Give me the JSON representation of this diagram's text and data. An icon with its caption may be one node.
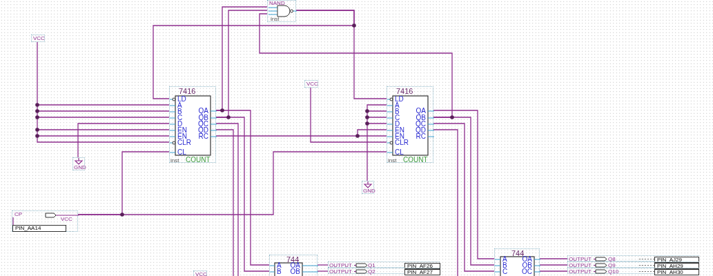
{
  "diagram": {
    "nodes": [
      {
        "text": [
          "NAND",
          "inst"
        ]
      },
      {
        "text": [
          "VCC"
        ]
      },
      {
        "text": [
          "7416",
          "LD",
          "A",
          "B",
          "C",
          "D",
          "EN",
          "EN",
          "CLR",
          "CL",
          "QA",
          "QB",
          "QC",
          "QD",
          "RC",
          "COUNT",
          "inst"
        ]
      },
      {
        "text": [
          "GND"
        ]
      },
      {
        "text": [
          "VCC"
        ]
      },
      {
        "text": [
          "7416",
          "LD",
          "A",
          "B",
          "C",
          "D",
          "EN",
          "EN",
          "CLR",
          "CL",
          "QA",
          "QB",
          "QC",
          "QD",
          "RC",
          "COUNT",
          "inst"
        ]
      },
      {
        "text": [
          "GND"
        ]
      },
      {
        "text": [
          "CP",
          "VCC",
          "PIN_AA14"
        ]
      },
      {
        "text": [
          "744",
          "A",
          "B",
          "OA",
          "OB"
        ]
      },
      {
        "text": [
          "OUTPUT",
          "Q1",
          "PIN_AF26"
        ]
      },
      {
        "text": [
          "OUTPUT",
          "Q2",
          "PIN_AF27"
        ]
      },
      {
        "text": [
          "VCC"
        ]
      },
      {
        "text": [
          "744",
          "A",
          "B",
          "C",
          "OA",
          "OB",
          "OC"
        ]
      },
      {
        "text": [
          "OUTPUT",
          "Q8",
          "PIN_AJ29"
        ]
      },
      {
        "text": [
          "OUTPUT",
          "Q9",
          "PIN_AH29"
        ]
      },
      {
        "text": [
          "OUTPUT",
          "Q10",
          "PIN_AH30"
        ]
      }
    ],
    "edges": [
      {
        "from": 1,
        "to": 2,
        "arrow": "none"
      },
      {
        "from": 3,
        "to": 2,
        "arrow": "none"
      },
      {
        "from": 0,
        "to": 2,
        "arrow": "none"
      },
      {
        "from": 0,
        "to": 5,
        "arrow": "none"
      },
      {
        "from": 2,
        "to": 0,
        "arrow": "none"
      },
      {
        "from": 2,
        "to": 0,
        "arrow": "none"
      },
      {
        "from": 5,
        "to": 0,
        "arrow": "none"
      },
      {
        "from": 2,
        "to": 5,
        "arrow": "none"
      },
      {
        "from": 4,
        "to": 5,
        "arrow": "none"
      },
      {
        "from": 6,
        "to": 5,
        "arrow": "none"
      },
      {
        "from": 7,
        "to": 2,
        "arrow": "none"
      },
      {
        "from": 7,
        "to": 5,
        "arrow": "none"
      },
      {
        "from": 2,
        "to": 8,
        "arrow": "none"
      },
      {
        "from": 2,
        "to": 8,
        "arrow": "none"
      },
      {
        "from": 2,
        "to": null,
        "arrow": "none"
      },
      {
        "from": 2,
        "to": null,
        "arrow": "none"
      },
      {
        "from": 5,
        "to": 12,
        "arrow": "none"
      },
      {
        "from": 5,
        "to": 12,
        "arrow": "none"
      },
      {
        "from": 5,
        "to": 12,
        "arrow": "none"
      },
      {
        "from": 5,
        "to": null,
        "arrow": "none"
      },
      {
        "from": 8,
        "to": 9,
        "arrow": "none"
      },
      {
        "from": 8,
        "to": 10,
        "arrow": "none"
      },
      {
        "from": 12,
        "to": 13,
        "arrow": "none"
      },
      {
        "from": 12,
        "to": 14,
        "arrow": "none"
      },
      {
        "from": 12,
        "to": 15,
        "arrow": "none"
      }
    ]
  }
}
